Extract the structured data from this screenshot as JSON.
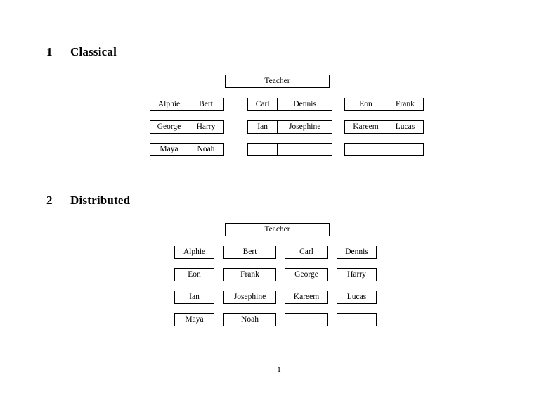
{
  "document": {
    "page_number": "1",
    "background_color": "#ffffff",
    "text_color": "#000000",
    "border_color": "#000000"
  },
  "sections": [
    {
      "number": "1",
      "title": "Classical",
      "root": {
        "label": "Teacher"
      },
      "layout": "paired-cells",
      "groups": [
        {
          "rows": [
            {
              "left": "Alphie",
              "right": "Bert"
            },
            {
              "left": "George",
              "right": "Harry"
            },
            {
              "left": "Maya",
              "right": "Noah"
            }
          ]
        },
        {
          "rows": [
            {
              "left": "Carl",
              "right": "Dennis"
            },
            {
              "left": "Ian",
              "right": "Josephine"
            },
            {
              "left": "",
              "right": ""
            }
          ]
        },
        {
          "rows": [
            {
              "left": "Eon",
              "right": "Frank"
            },
            {
              "left": "Kareem",
              "right": "Lucas"
            },
            {
              "left": "",
              "right": ""
            }
          ]
        }
      ]
    },
    {
      "number": "2",
      "title": "Distributed",
      "root": {
        "label": "Teacher"
      },
      "layout": "single-cells",
      "rows": [
        {
          "cells": [
            "Alphie",
            "Bert",
            "Carl",
            "Dennis"
          ]
        },
        {
          "cells": [
            "Eon",
            "Frank",
            "George",
            "Harry"
          ]
        },
        {
          "cells": [
            "Ian",
            "Josephine",
            "Kareem",
            "Lucas"
          ]
        },
        {
          "cells": [
            "Maya",
            "Noah",
            "",
            ""
          ]
        }
      ]
    }
  ]
}
